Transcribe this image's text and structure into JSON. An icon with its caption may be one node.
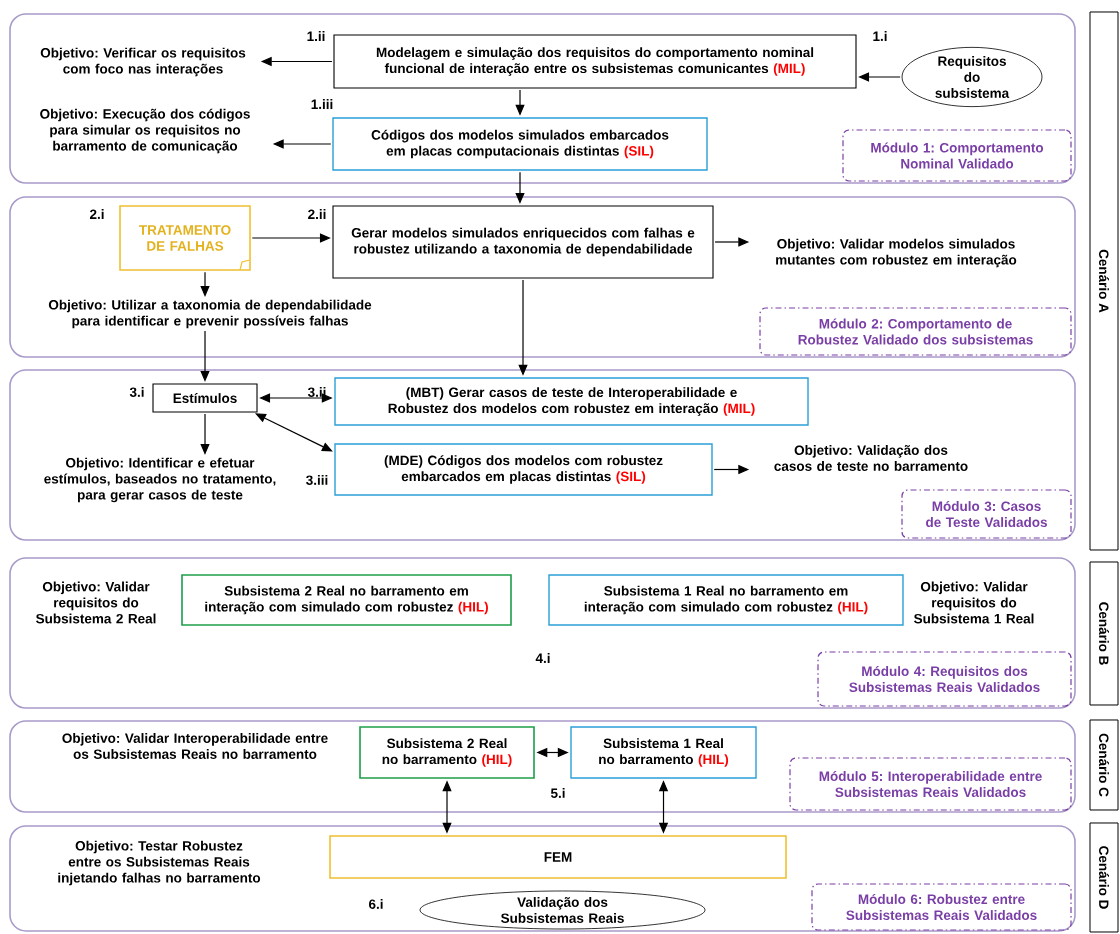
{
  "diagram": {
    "nodes": [
      {
        "text": [],
        "shape": "box"
      },
      {
        "text": [
          "Requisitos do subsistema"
        ],
        "in": 0
      },
      {
        "text": [
          "Modelagem e simulação dos requisitos do comportamento nominal funcional de interação entre os subsistemas comunicantes",
          "(MIL)"
        ],
        "in": 0
      },
      {
        "text": [
          "Objetivo: Verificar os requisitos com foco nas interações"
        ],
        "in": 0
      },
      {
        "text": [
          "Códigos dos modelos simulados embarcados em placas computacionais distintas",
          "(SIL)"
        ],
        "in": 0
      },
      {
        "text": [
          "Objetivo: Execução dos códigos para simular os requisitos no barramento de comunicação"
        ],
        "in": 0
      },
      {
        "text": [
          "Módulo 1: Comportamento Nominal Validado"
        ],
        "in": 0
      },
      {
        "text": [],
        "shape": "box"
      },
      {
        "text": [
          "TRATAMENTO DE FALHAS"
        ],
        "in": 7
      },
      {
        "text": [
          "Gerar modelos simulados enriquecidos com falhas e robustez utilizando a taxonomia de dependabilidade"
        ],
        "in": 7
      },
      {
        "text": [
          "Objetivo: Validar modelos simulados mutantes com robustez em interação"
        ],
        "in": 7
      },
      {
        "text": [
          "Objetivo: Utilizar a taxonomia de dependabilidade para identificar e prevenir possíveis falhas"
        ],
        "in": 7
      },
      {
        "text": [
          "Módulo 2: Comportamento de Robustez Validado dos subsistemas"
        ],
        "in": 7
      },
      {
        "text": [],
        "shape": "box"
      },
      {
        "text": [
          "Estímulos"
        ],
        "in": 13
      },
      {
        "text": [
          "(MBT) Gerar casos de teste de Interoperabilidade e Robustez dos modelos com robustez em interação",
          "(MIL)"
        ],
        "in": 13
      },
      {
        "text": [
          "(MDE) Códigos dos modelos com robustez embarcados em placas distintas",
          "(SIL)"
        ],
        "in": 13
      },
      {
        "text": [
          "Objetivo: Identificar e efetuar estímulos, baseados no tratamento, para gerar casos de teste"
        ],
        "in": 13
      },
      {
        "text": [
          "Objetivo: Validação dos casos de teste no barramento"
        ],
        "in": 13
      },
      {
        "text": [
          "Módulo 3: Casos de Teste Validados"
        ],
        "in": 13
      },
      {
        "text": [],
        "shape": "box"
      },
      {
        "text": [
          "Objetivo: Validar requisitos do Subsistema 2 Real"
        ],
        "in": 20
      },
      {
        "text": [
          "Subsistema 2 Real no barramento em interação com simulado com robustez",
          "(HIL)"
        ],
        "in": 20
      },
      {
        "text": [
          "Subsistema 1 Real no barramento em interação com simulado com robustez",
          "(HIL)"
        ],
        "in": 20
      },
      {
        "text": [
          "Objetivo: Validar requisitos do Subsistema 1 Real"
        ],
        "in": 20
      },
      {
        "text": [
          "Módulo 4: Requisitos dos Subsistemas Reais Validados"
        ],
        "in": 20
      },
      {
        "text": [],
        "shape": "box"
      },
      {
        "text": [
          "Objetivo: Validar Interoperabilidade entre os Subsistemas Reais no barramento"
        ],
        "in": 26
      },
      {
        "text": [
          "Subsistema 2 Real no barramento",
          "(HIL)"
        ],
        "in": 26
      },
      {
        "text": [
          "Subsistema 1 Real no barramento",
          "(HIL)"
        ],
        "in": 26
      },
      {
        "text": [
          "Módulo 5: Interoperabilidade entre Subsistemas Reais Validados"
        ],
        "in": 26
      },
      {
        "text": [],
        "shape": "box"
      },
      {
        "text": [
          "Objetivo: Testar Robustez entre os Subsistemas Reais injetando falhas no barramento"
        ],
        "in": 31
      },
      {
        "text": [
          "FEM"
        ],
        "in": 31
      },
      {
        "text": [
          "Validação dos Subsistemas Reais"
        ],
        "in": 31
      },
      {
        "text": [
          "Módulo 6: Robustez entre Subsistemas Reais Validados"
        ],
        "in": 31
      },
      {
        "text": [
          "Cenário A"
        ]
      },
      {
        "text": [
          "Cenário B"
        ]
      },
      {
        "text": [
          "Cenário C"
        ]
      },
      {
        "text": [
          "Cenário D"
        ]
      }
    ],
    "edges": [
      {
        "from": 1,
        "to": 2,
        "arrow": "to"
      },
      {
        "from": 2,
        "to": 3,
        "arrow": "to"
      },
      {
        "from": 2,
        "to": 4,
        "arrow": "to"
      },
      {
        "from": 4,
        "to": 5,
        "arrow": "to"
      },
      {
        "from": 4,
        "to": 9,
        "arrow": "to"
      },
      {
        "from": 8,
        "to": 9,
        "arrow": "to"
      },
      {
        "from": 9,
        "to": 10,
        "arrow": "to"
      },
      {
        "from": 8,
        "to": 11,
        "arrow": "to"
      },
      {
        "from": 11,
        "to": 14,
        "arrow": "to"
      },
      {
        "from": 9,
        "to": 15,
        "arrow": "to"
      },
      {
        "from": 14,
        "to": 15,
        "arrow": "both"
      },
      {
        "from": 14,
        "to": 16,
        "arrow": "both"
      },
      {
        "from": 14,
        "to": 17,
        "arrow": "to"
      },
      {
        "from": 16,
        "to": 18,
        "arrow": "to"
      },
      {
        "from": 28,
        "to": 29,
        "arrow": "both"
      },
      {
        "from": 28,
        "to": 33,
        "arrow": "both"
      },
      {
        "from": 29,
        "to": 33,
        "arrow": "both"
      }
    ],
    "labels": [
      "1.ii",
      "1.i",
      "1.iii",
      "2.i",
      "2.ii",
      "3.i",
      "3.ii",
      "3.iii",
      "4.i",
      "5.i",
      "6.i"
    ]
  }
}
